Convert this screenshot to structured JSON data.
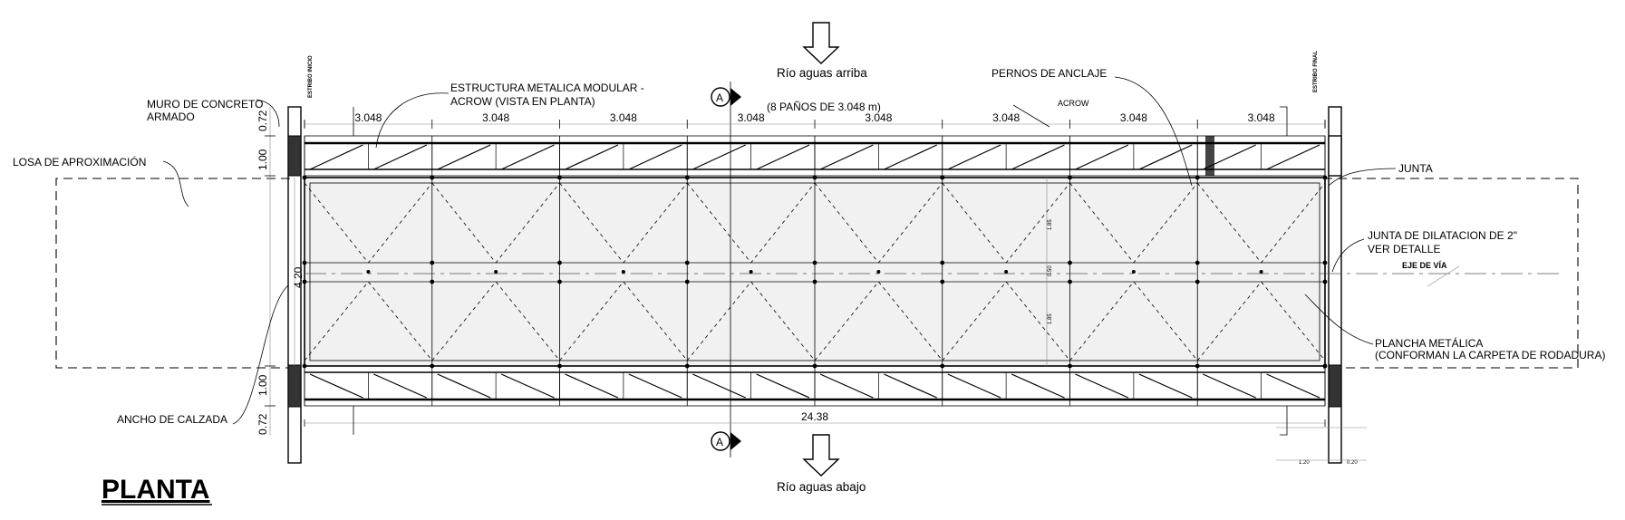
{
  "drawing": {
    "title": "PLANTA",
    "river_up": "Río aguas arriba",
    "river_down": "Río aguas abajo",
    "spans_note": "(8 PAÑOS DE 3.048 m)",
    "bay_length": "3.048",
    "bay_count": 8,
    "total_length": "24.38",
    "section_mark": "A",
    "abutment_start": "ESTRIBO INICIO",
    "abutment_end": "ESTRIBO FINAL"
  },
  "labels": {
    "wall_line1": "MURO DE CONCRETO",
    "wall_line2": "ARMADO",
    "approach_slab": "LOSA DE APROXIMACIÓN",
    "carriage_width": "ANCHO DE CALZADA",
    "structure_line1": "ESTRUCTURA METALICA MODULAR -",
    "structure_line2": "ACROW (VISTA EN PLANTA)",
    "acrow": "ACROW",
    "anchor_bolts": "PERNOS DE ANCLAJE",
    "joint": "JUNTA",
    "expansion_line1": "JUNTA DE DILATACION  DE 2\"",
    "expansion_line2": "VER DETALLE",
    "road_axis": "EJE DE VÍA",
    "plate_line1": "PLANCHA METÁLICA",
    "plate_line2": "(CONFORMAN LA CARPETA DE RODADURA)"
  },
  "dims": {
    "top_0_72": "0.72",
    "top_1_00": "1.00",
    "width_4_20": "4.20",
    "bottom_1_00": "1.00",
    "bottom_0_72": "0.72",
    "inner_1_85_top": "1.85",
    "inner_0_50": "0.50",
    "inner_1_85_bottom": "1.85",
    "small_1_20": "1.20",
    "small_0_20": "0.20"
  }
}
